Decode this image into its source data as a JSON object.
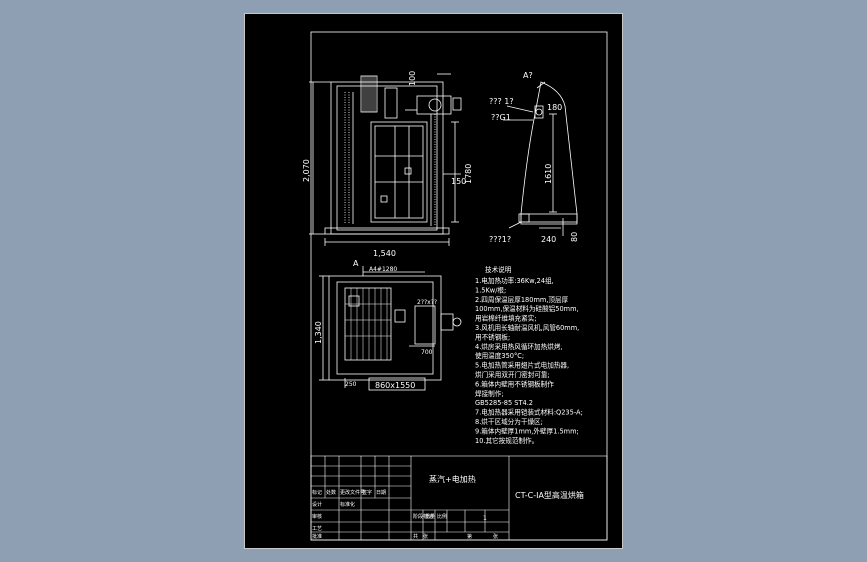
{
  "colors": {
    "background": "#8f9fb3",
    "sheet": "#000000",
    "line": "#ffffff",
    "accent": "#5bc8ff"
  },
  "front_view": {
    "dim_width": "1,540",
    "dim_height": "2,070",
    "dim_top": "100",
    "dim_inner_height": "1780",
    "dim_side": "150"
  },
  "side_view": {
    "label": "A?",
    "label_1": "??? 1?",
    "label_2": "??G1",
    "dim_top": "180",
    "dim_height": "1610",
    "label_bottom": "???1?",
    "dim_bottom": "240",
    "dim_side": "80"
  },
  "plan_view": {
    "label_a": "A",
    "dim_top": "A4#1280",
    "dim_depth": "1,340",
    "label_inner": "2??x??",
    "dim_inner": "700",
    "dim_left": "250",
    "dim_base": "860x1550"
  },
  "notes": {
    "title": "技术说明",
    "lines": [
      "1.电加热功率:36Kw,24组,",
      "   1.5Kw/根;",
      "2.四周保温层厚180mm,顶层厚",
      "   100mm,保温材料为硅酸铝50mm,",
      "   用岩棉纤维填充紧实;",
      "3.风机用长轴耐温风机,风管60mm,",
      "   用不锈钢板;",
      "4.烘房采用热风循环加热烘烤,",
      "   使用温度350°C;",
      "5.电加热管采用翅片式电加热器,",
      "   烘门采用双开门密封可靠;",
      "6.箱体内壁用不锈钢板制作",
      "   焊接制作;",
      "   GB5285-85  ST4.2",
      "7.电加热器采用铠装式材料:Q235-A;",
      "8.烘干区域分为干燥区;",
      "9.箱体内壁厚1mm,外壁厚1.5mm;",
      "10.其它按规范制作。"
    ]
  },
  "title_block": {
    "heating_label": "蒸汽+电加热",
    "drawing_title": "CT-C-ⅠA型高温烘箱",
    "sheet_number": "1",
    "labels": [
      "标记",
      "处数",
      "更改文件号",
      "签字",
      "日期",
      "设计",
      "审核",
      "工艺",
      "批准",
      "标准化",
      "阶段标记",
      "重量",
      "比例",
      "共",
      "张",
      "第",
      "张"
    ]
  }
}
